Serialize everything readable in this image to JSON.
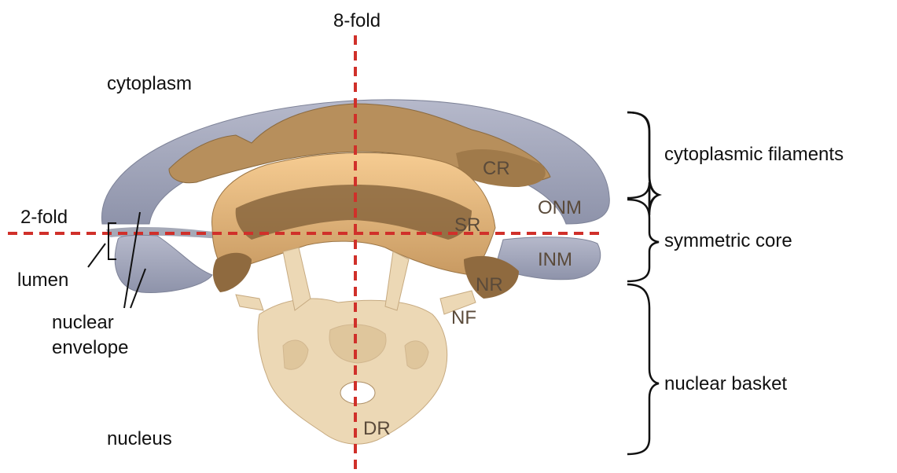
{
  "axes": {
    "eightfold": "8-fold",
    "twofold": "2-fold"
  },
  "regions": {
    "cytoplasm": "cytoplasm",
    "nucleus": "nucleus",
    "lumen": "lumen",
    "nuclear_envelope_line1": "nuclear",
    "nuclear_envelope_line2": "envelope"
  },
  "brackets": {
    "cytoplasmic_filaments": "cytoplasmic filaments",
    "symmetric_core": "symmetric core",
    "nuclear_basket": "nuclear basket"
  },
  "structure_labels": {
    "cr": "CR",
    "sr": "SR",
    "nr": "NR",
    "nf": "NF",
    "dr": "DR",
    "onm": "ONM",
    "inm": "INM"
  },
  "colors": {
    "membrane": "#9ea3b8",
    "ring_dark": "#a88455",
    "ring_light": "#f2c488",
    "basket": "#e8cfaa",
    "axis_line": "#d0302a"
  }
}
